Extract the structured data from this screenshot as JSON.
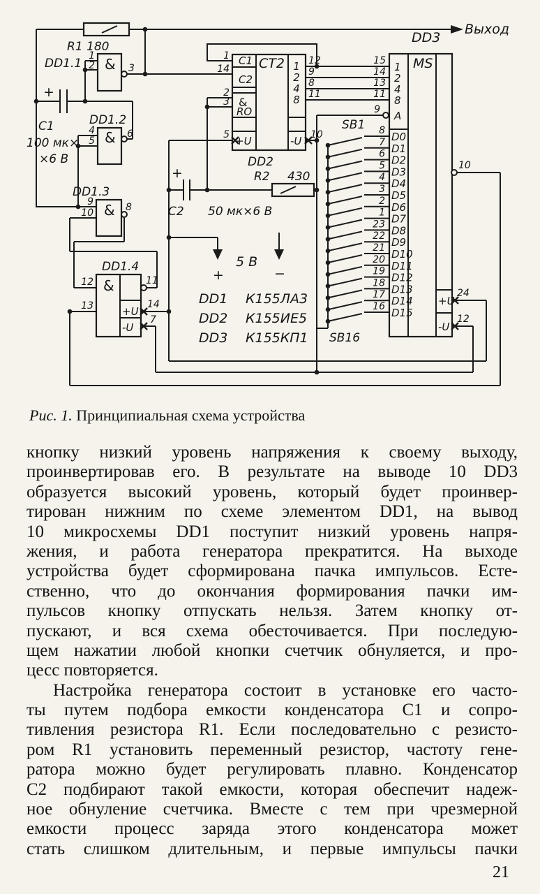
{
  "page": {
    "number": "21"
  },
  "figure": {
    "caption_fig": "Рис. 1.",
    "caption_text": "Принципиальная схема устройства",
    "output_label": "Выход",
    "r1_label": "R1  180",
    "r2_name": "R2",
    "r2_value": "430",
    "c1_name": "C1",
    "c1_value_line1": "100 мк×",
    "c1_value_line2": "×6 В",
    "c1_plus": "+",
    "c2_name": "C2",
    "c2_value": "50 мк×6 В",
    "c2_plus": "+",
    "supply_label": "5 В",
    "supply_plus": "+",
    "supply_minus": "−",
    "gates": {
      "dd11": "DD1.1",
      "dd12": "DD1.2",
      "dd13": "DD1.3",
      "dd14": "DD1.4",
      "amp": "&",
      "pu": "+U",
      "mu": "-U",
      "pins": {
        "p1": "1",
        "p2": "2",
        "p3": "3",
        "p4": "4",
        "p5": "5",
        "p6": "6",
        "p8": "8",
        "p9": "9",
        "p10": "10",
        "p11": "11",
        "p12": "12",
        "p13": "13",
        "p14": "14",
        "p7": "7"
      }
    },
    "ct2": {
      "name": "CT2",
      "ref": "DD2",
      "cells": {
        "c1": "C1",
        "c2": "C2",
        "amp": "&",
        "ro": "RO",
        "pu": "+U",
        "mu": "-U"
      },
      "pins": {
        "p1": "1",
        "p14": "14",
        "p2": "2",
        "p3": "3",
        "p5": "5",
        "p10": "10"
      }
    },
    "ct2_outputs": [
      {
        "pin": "12",
        "label": "1"
      },
      {
        "pin": "9",
        "label": "2"
      },
      {
        "pin": "8",
        "label": "4"
      },
      {
        "pin": "11",
        "label": "8"
      }
    ],
    "dd3": {
      "name": "DD3",
      "ms": "MS",
      "pu": "+U",
      "mu": "-U",
      "pin10": "10",
      "pin24": "24",
      "pin12": "12",
      "select_a": {
        "pin": "9",
        "label": "A"
      },
      "select": [
        {
          "pin": "15",
          "label": "1"
        },
        {
          "pin": "14",
          "label": "2"
        },
        {
          "pin": "13",
          "label": "4"
        },
        {
          "pin": "11",
          "label": "8"
        }
      ],
      "data": [
        {
          "pin": "8",
          "label": "D0"
        },
        {
          "pin": "7",
          "label": "D1"
        },
        {
          "pin": "6",
          "label": "D2"
        },
        {
          "pin": "5",
          "label": "D3"
        },
        {
          "pin": "4",
          "label": "D4"
        },
        {
          "pin": "3",
          "label": "D5"
        },
        {
          "pin": "2",
          "label": "D6"
        },
        {
          "pin": "1",
          "label": "D7"
        },
        {
          "pin": "23",
          "label": "D8"
        },
        {
          "pin": "22",
          "label": "D9"
        },
        {
          "pin": "21",
          "label": "D10"
        },
        {
          "pin": "20",
          "label": "D11"
        },
        {
          "pin": "19",
          "label": "D12"
        },
        {
          "pin": "18",
          "label": "D13"
        },
        {
          "pin": "17",
          "label": "D14"
        },
        {
          "pin": "16",
          "label": "D15"
        }
      ]
    },
    "switches": {
      "first": "SB1",
      "last": "SB16"
    },
    "parts": [
      {
        "ref": "DD1",
        "type": "К155ЛА3"
      },
      {
        "ref": "DD2",
        "type": "К155ИЕ5"
      },
      {
        "ref": "DD3",
        "type": "К155КП1"
      }
    ]
  },
  "body": {
    "paragraphs": [
      {
        "indent_first": false,
        "justify_last": false,
        "lines": [
          "кнопку низкий уровень напряжения к своему выходу,",
          "проинвертировав его. В результате на выводе 10 DD3",
          "образуется высокий уровень, который будет проинвер-",
          "тирован нижним по схеме элементом DD1, на вывод",
          "10 микросхемы DD1 поступит низкий уровень напря-",
          "жения, и работа генератора прекратится. На выходе",
          "устройства будет сформирована пачка импульсов. Есте-",
          "ственно, что до окончания формирования пачки им-",
          "пульсов кнопку отпускать нельзя. Затем кнопку от-",
          "пускают, и вся схема обесточивается. При последую-",
          "щем нажатии любой кнопки счетчик обнуляется, и про-",
          "цесс повторяется."
        ]
      },
      {
        "indent_first": true,
        "justify_last": true,
        "lines": [
          "Настройка генератора состоит в установке его часто-",
          "ты путем подбора емкости конденсатора С1 и сопро-",
          "тивления резистора R1. Если последовательно с резисто-",
          "ром R1 установить переменный резистор, частоту гене-",
          "ратора можно будет регулировать плавно. Конденсатор",
          "С2 подбирают такой емкости, которая обеспечит надеж-",
          "ное обнуление счетчика. Вместе с тем при чрезмерной",
          "емкости процесс заряда этого конденсатора может",
          "стать слишком длительным, и первые импульсы пачки"
        ]
      }
    ]
  }
}
